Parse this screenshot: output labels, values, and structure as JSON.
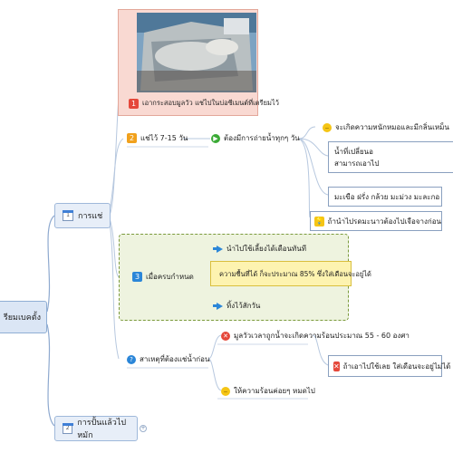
{
  "root": {
    "label": "รียมเบคตั้ง"
  },
  "branches": [
    {
      "label": "การแช่",
      "calendar_number": "1"
    },
    {
      "label": "การปั้นแล้วไปหมัก",
      "calendar_number": "2"
    }
  ],
  "photo_caption": {
    "number": "1",
    "text": "เอากระสอบมูลวัว แช่ไปในบ่อซีเมนต์ที่เตรียมไว้"
  },
  "soak": {
    "number": "2",
    "text": "แช่ไว้ 7-15 วัน"
  },
  "change_water": {
    "text": "ต้องมีการถ่ายน้ำทุกๆ วัน"
  },
  "bad_smell": {
    "text": "จะเกิดความหนักหมอและมีกลิ่นเหม็น"
  },
  "used_water": {
    "line1": "น้ำที่เปลี่ยนอ",
    "line2": "สามารถเอาไป"
  },
  "fruits": {
    "text": "มะเขือ ฝรั่ง กล้วย มะม่วง มะละกอ"
  },
  "tip": {
    "text": "ถ้านำไปรดมะนาวต้องไปเจือจางก่อน"
  },
  "deadline": {
    "number": "3",
    "text": "เมื่อครบกำหนด"
  },
  "use_now": {
    "text": "นำไปใช้เลี้ยงได้เดือนทันที"
  },
  "moisture": {
    "text": "ความชื้นที่ได้ ก็จะประมาณ 85% ซึ่งใส่เดือนจะอยู่ได้"
  },
  "leave": {
    "text": "ทิ้งไว้สักวัน"
  },
  "reason": {
    "text": "สาเหตุที่ต้องแช่น้ำก่อน"
  },
  "heat": {
    "text": "มูลวัวเวลาถูกน้ำจะเกิดความร้อนประมาณ 55 - 60 องศา"
  },
  "die": {
    "text": "ถ้าเอาไปใช้เลย ใส่เดือนจะอยู่ไม่ได้"
  },
  "cool": {
    "text": "ให้ความร้อนค่อยๆ หมดไป"
  },
  "colors": {
    "red": "#e5483b",
    "orange": "#f1a11d",
    "blue": "#2b86d8",
    "green": "#3aaa35",
    "yellow": "#f5c515"
  }
}
